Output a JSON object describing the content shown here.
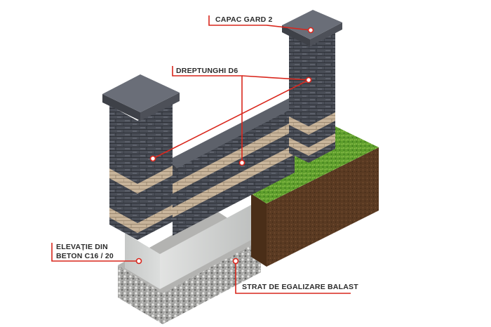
{
  "labels": {
    "capac": "CAPAC GARD 2",
    "dreptunghi": "DREPTUNGHI D6",
    "elevatie_line1": "ELEVAȚIE DIN",
    "elevatie_line2": "BETON C16 / 20",
    "strat": "STRAT DE EGALIZARE BALAST"
  },
  "colors": {
    "callout_line": "#d9261c",
    "label_text": "#2b2b2b",
    "block_dark": "#4a4e57",
    "block_beige": "#c8b49a",
    "cap": "#5d616a",
    "concrete": "#d2d4d3",
    "gravel": "#9a9a98",
    "grass": "#5e9e2c",
    "soil": "#5a3a22"
  }
}
